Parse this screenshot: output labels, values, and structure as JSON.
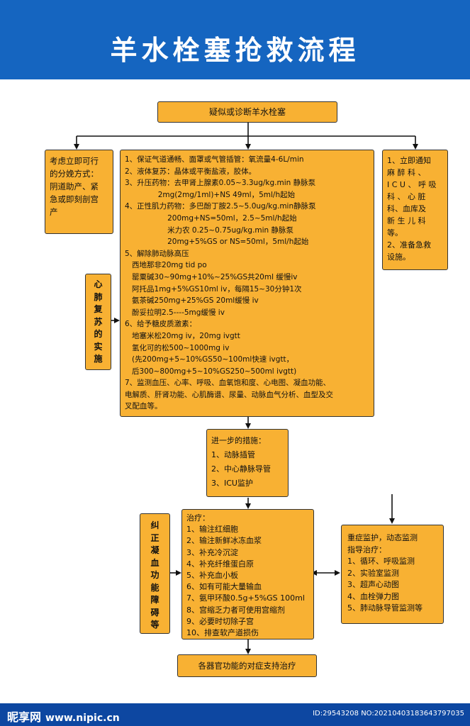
{
  "title": "羊水栓塞抢救流程",
  "nodes": {
    "top": "疑似或诊断羊水栓塞",
    "left_top": [
      "考虑立即可行",
      "的分娩方式：",
      "阴道助产、紧",
      "急或即刻剖宫",
      "产"
    ],
    "main": [
      "1、保证气道通畅、面罩或气管插管：氧流量4-6L/min",
      "2、液体复苏：晶体或平衡盐液，胶体。",
      "3、升压药物：去甲肾上腺素0.05~3.3ug/kg.min 静脉泵",
      "              2mg(2mg/1ml)+NS 49ml，5ml/h起始",
      "4、正性肌力药物：多巴酚丁胺2.5~5.0ug/kg.min静脉泵",
      "                  200mg+NS=50ml，2.5~5ml/h起始",
      "                  米力农 0.25~0.75ug/kg.min 静脉泵",
      "                  20mg+5%GS or NS=50ml，5ml/h起始",
      "5、解除肺动脉高压",
      "   西地那非20mg tid po",
      "   罂粟碱30~90mg+10%~25%GS共20ml 缓慢iv",
      "   阿托品1mg+5%GS10ml iv，每隔15~30分钟1次",
      "   氨茶碱250mg+25%GS 20ml缓慢 iv",
      "   酚妥拉明2.5----5mg缓慢 iv",
      "6、给予糖皮质激素：",
      "   地塞米松20mg iv，20mg ivgtt",
      "   氢化可的松500~1000mg iv",
      "   (先200mg+5~10%GS50~100ml快速 ivgtt，",
      "   后300~800mg+5~10%GS250~500ml ivgtt)",
      "7、监测血压、心率、呼吸、血氧饱和度、心电图、凝血功能、",
      "电解质、肝肾功能、心肌酶谱、尿量、动脉血气分析、血型及交",
      "叉配血等。"
    ],
    "right_top": [
      "1、立即通知",
      "麻 醉 科 、",
      "I C U 、 呼 吸",
      "科 、 心 脏",
      "科、血库及",
      "新 生 儿 科",
      "等。",
      "2、准备急救",
      "设施。"
    ],
    "left_cpr": [
      "心",
      "肺",
      "复",
      "苏",
      "的",
      "实",
      "施"
    ],
    "further": [
      "进一步的措施：",
      "1、动脉插管",
      "2、中心静脉导管",
      "3、ICU监护"
    ],
    "left_coag": [
      "纠",
      "正",
      "凝",
      "血",
      "功",
      "能",
      "障",
      "碍",
      "等"
    ],
    "treatment": [
      "治疗：",
      "1、输注红细胞",
      "2、输注新鲜冰冻血浆",
      "3、补充冷沉淀",
      "4、补充纤维蛋白原",
      "5、补充血小板",
      "6、如有可能大量输血",
      "7、氨甲环酸0.5g+5%GS 100ml",
      "8、宫缩乏力者可使用宫缩剂",
      "9、必要时切除子宫",
      "10、排查软产道损伤"
    ],
    "monitor": [
      "重症监护，动态监测",
      "指导治疗：",
      "1、循环、呼吸监测",
      "2、实验室监测",
      "3、超声心动图",
      "4、血栓弹力图",
      "5、肺动脉导管监测等"
    ],
    "bottom": "各器官功能的对症支持治疗"
  },
  "footer": {
    "brand": "昵享网",
    "url": "www.nipic.cn",
    "id_text": "ID:29543208 NO:20210403183643797035"
  }
}
